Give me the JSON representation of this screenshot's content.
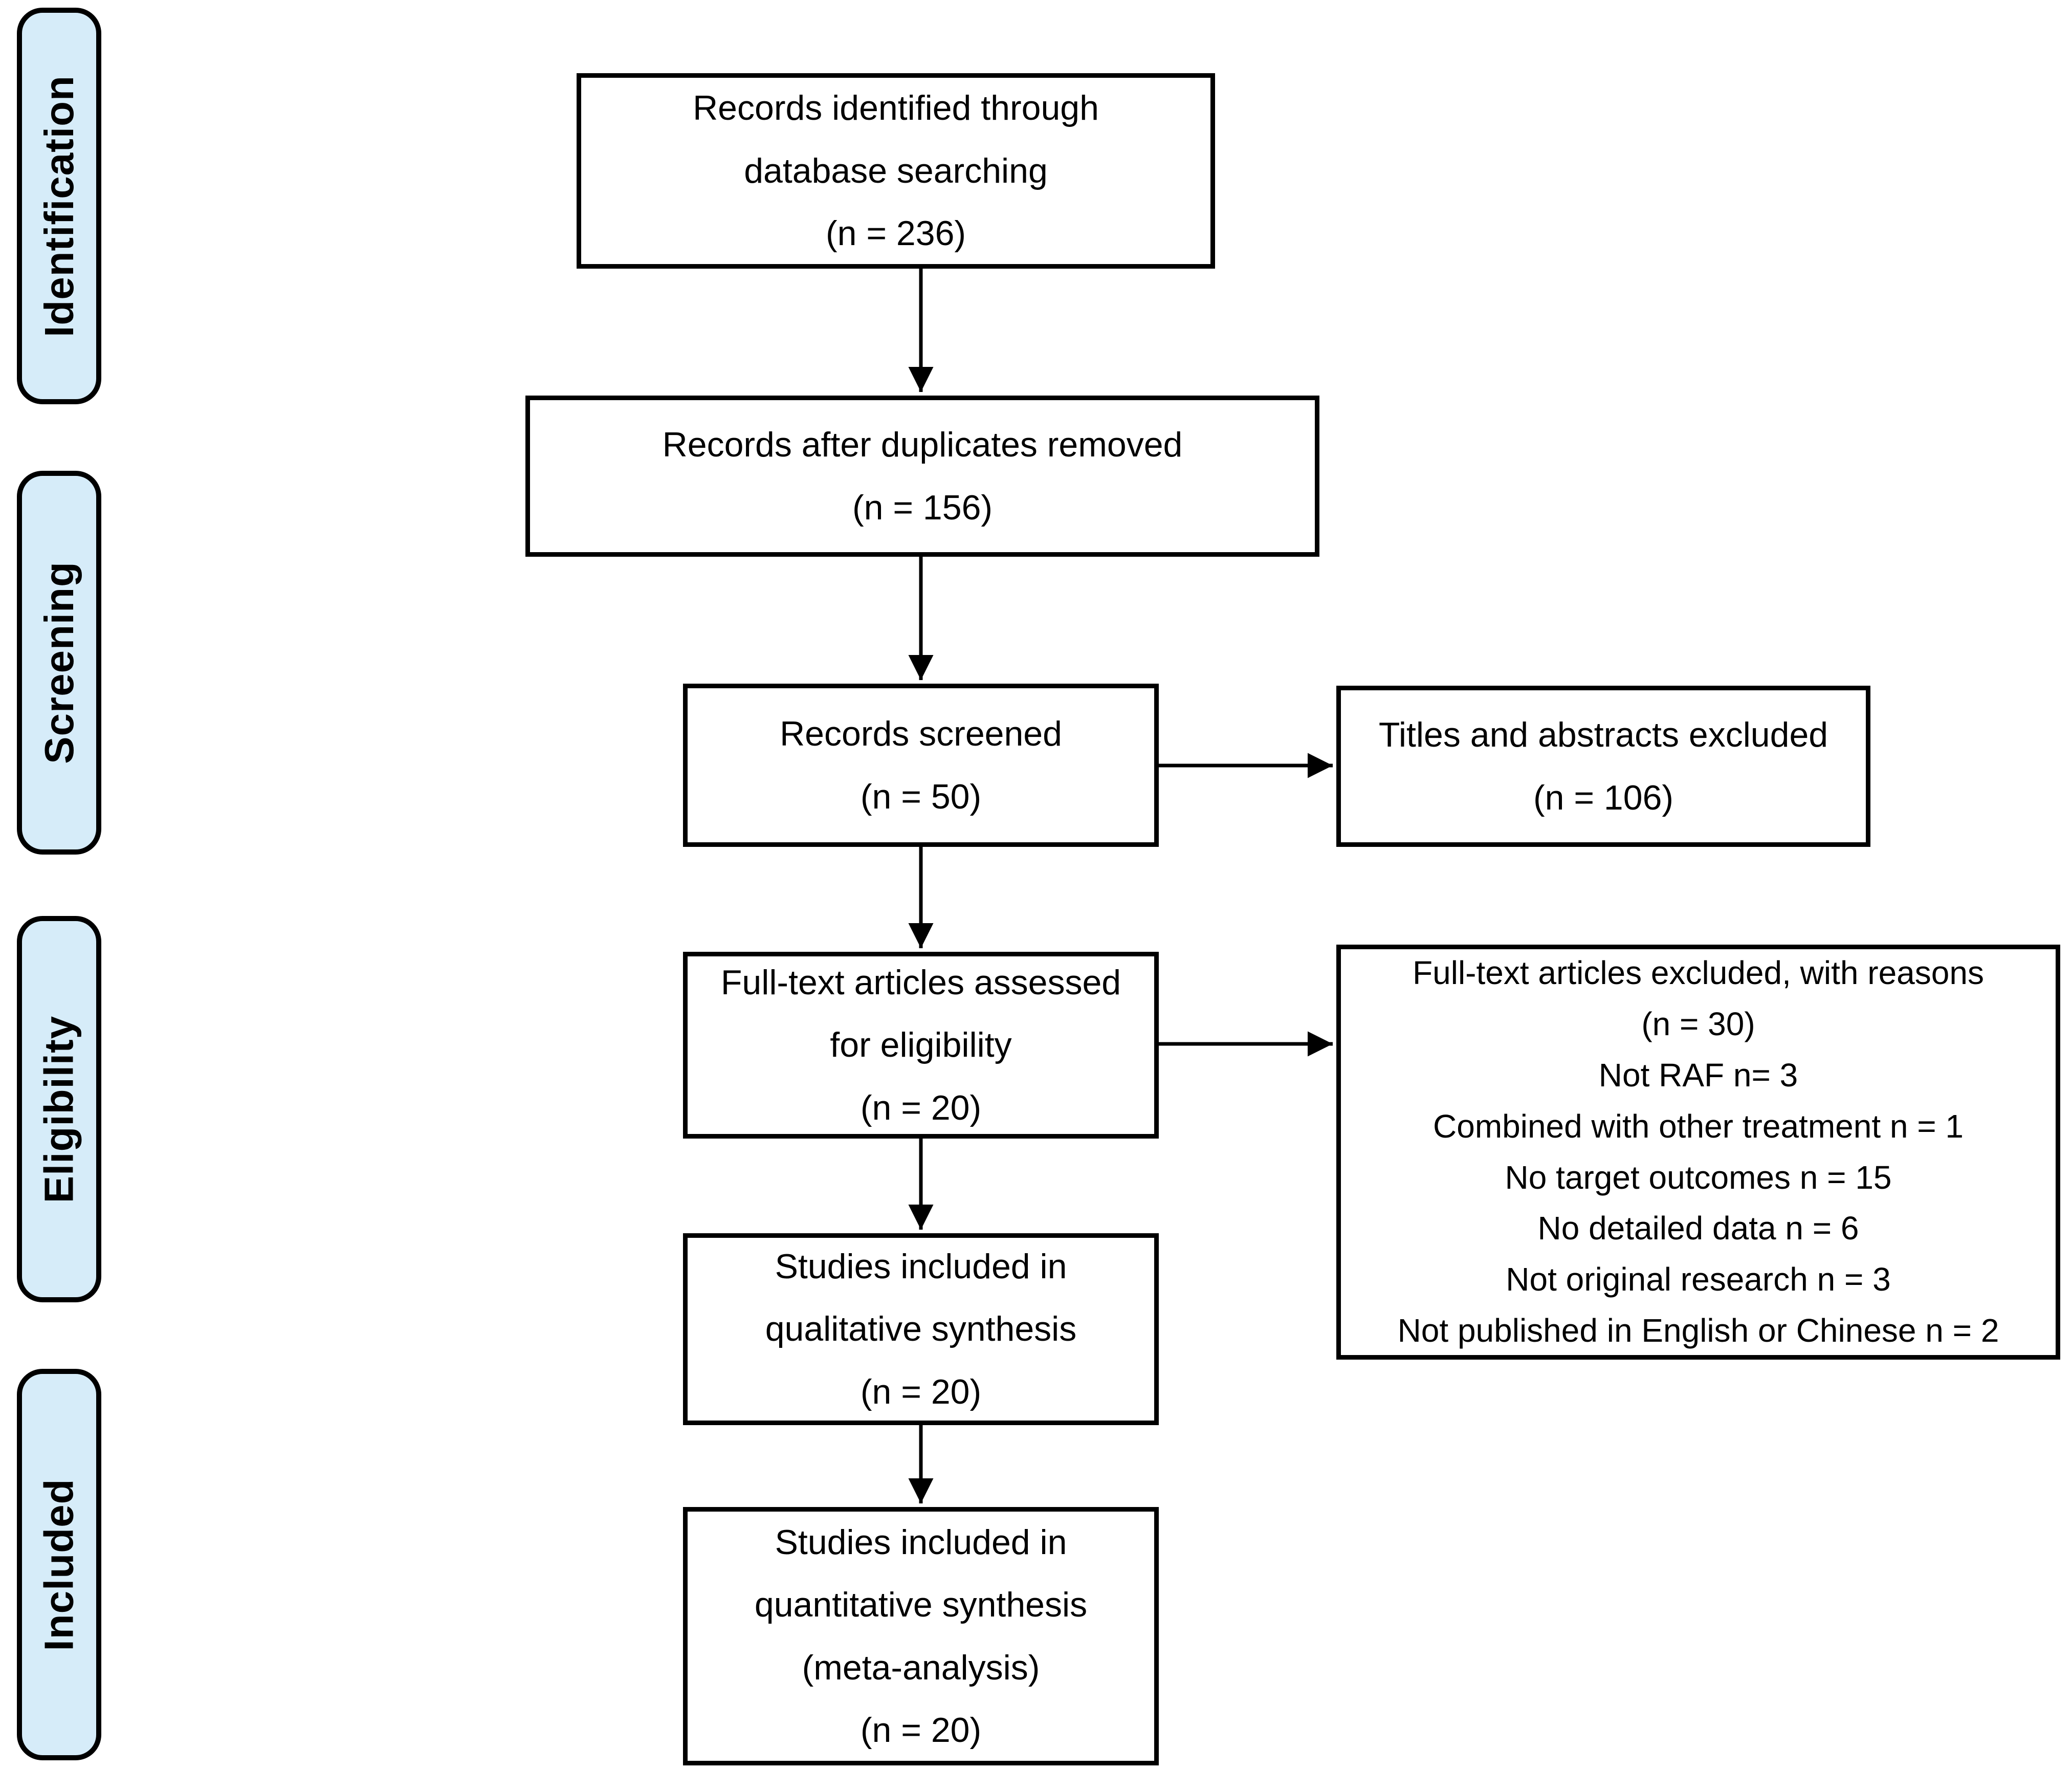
{
  "colors": {
    "page_bg": "#ffffff",
    "stage_fill": "#d6ecf9",
    "stage_border": "#000000",
    "box_fill": "#ffffff",
    "box_border": "#000000",
    "arrow_color": "#000000",
    "text_color": "#000000"
  },
  "diagram": {
    "stages": [
      {
        "id": "identification",
        "label": "Identification"
      },
      {
        "id": "screening",
        "label": "Screening"
      },
      {
        "id": "eligibility",
        "label": "Eligibility"
      },
      {
        "id": "included",
        "label": "Included"
      }
    ],
    "boxes": {
      "records_identified": {
        "lines": [
          "Records identified through",
          "database searching",
          "(n = 236)"
        ]
      },
      "records_after_duplicates": {
        "lines": [
          "Records after duplicates removed",
          "(n = 156)"
        ]
      },
      "records_screened": {
        "lines": [
          "Records screened",
          "(n = 50)"
        ]
      },
      "titles_abstracts_excluded": {
        "lines": [
          "Titles and abstracts excluded",
          "(n = 106)"
        ]
      },
      "fulltext_assessed": {
        "lines": [
          "Full-text articles assessed",
          "for eligibility",
          "(n = 20)"
        ]
      },
      "fulltext_excluded": {
        "lines": [
          "Full-text articles excluded, with reasons",
          "(n = 30)",
          "Not RAF n= 3",
          "Combined with other treatment n = 1",
          "No target outcomes n = 15",
          "No detailed data n = 6",
          "Not original research n = 3",
          "Not published in English or Chinese n = 2"
        ]
      },
      "qualitative_synthesis": {
        "lines": [
          "Studies included in",
          "qualitative synthesis",
          "(n = 20)"
        ]
      },
      "quantitative_synthesis": {
        "lines": [
          "Studies included in",
          "quantitative synthesis",
          "(meta-analysis)",
          "(n = 20)"
        ]
      }
    }
  }
}
